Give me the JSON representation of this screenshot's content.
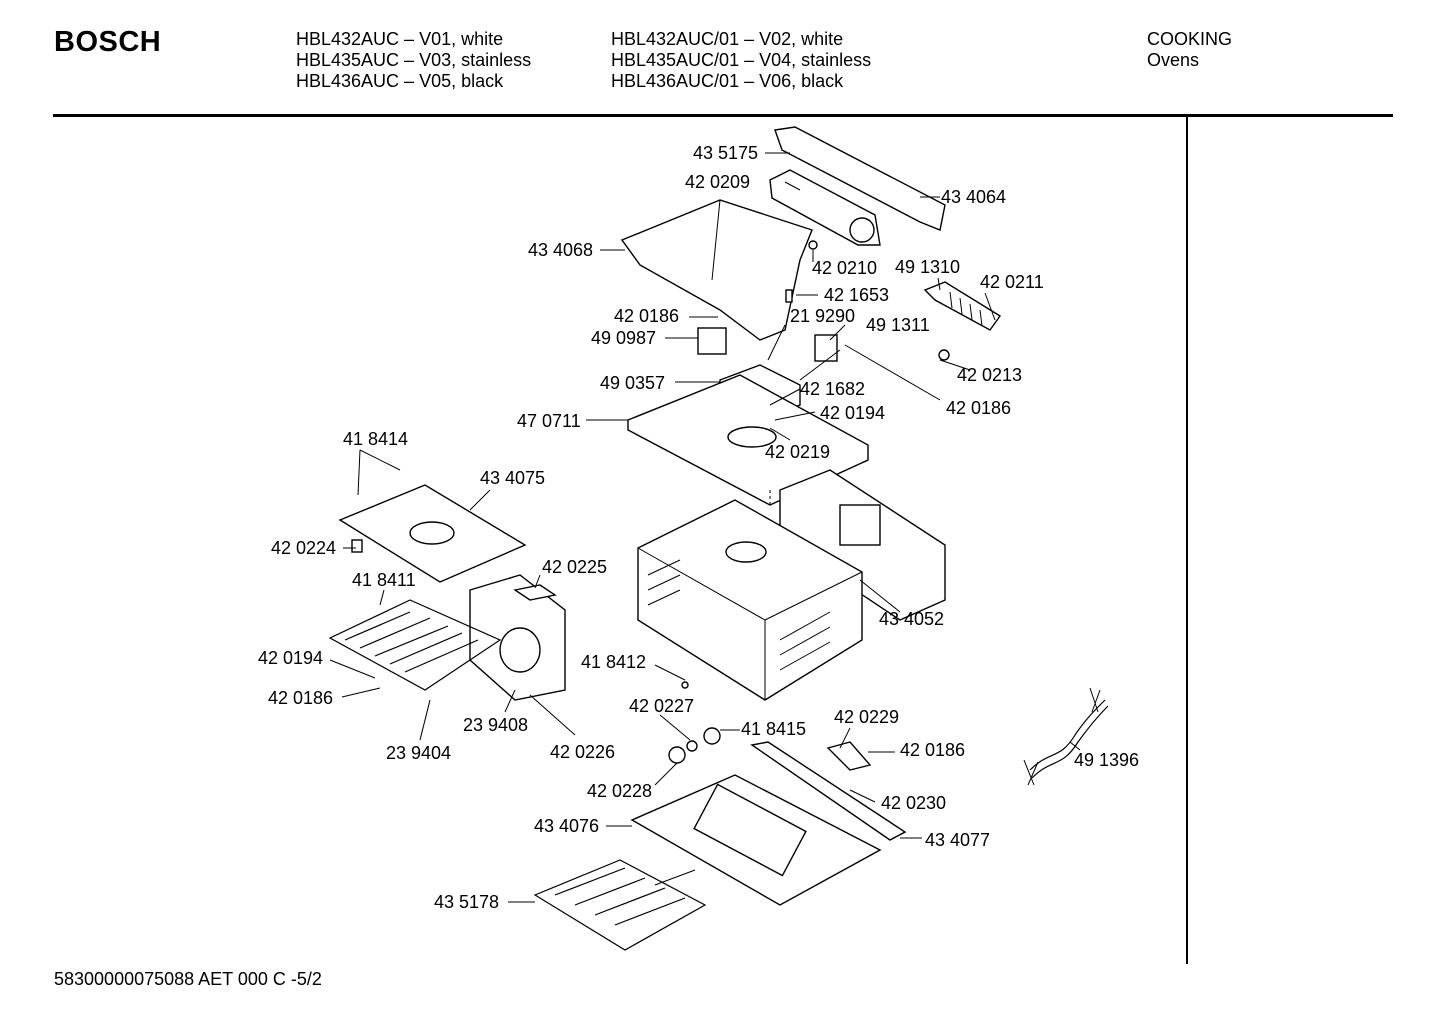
{
  "header": {
    "brand": "BOSCH",
    "models_left": [
      "HBL432AUC – V01, white",
      "HBL435AUC – V03, stainless",
      "HBL436AUC – V05, black"
    ],
    "models_right": [
      "HBL432AUC/01 – V02, white",
      "HBL435AUC/01 – V04, stainless",
      "HBL436AUC/01 – V06, black"
    ],
    "category": [
      "COOKING",
      "Ovens"
    ]
  },
  "parts": [
    "43 5175",
    "42 0209",
    "43 4064",
    "43 4068",
    "42 0210",
    "49 1310",
    "42 0211",
    "42 1653",
    "42 0186",
    "21 9290",
    "49 1311",
    "49 0987",
    "42 0213",
    "49 0357",
    "42 1682",
    "42 0186",
    "47 0711",
    "42 0194",
    "42 0219",
    "41 8414",
    "43 4075",
    "42 0224",
    "42 0225",
    "41 8411",
    "43 4052",
    "42 0194",
    "41 8412",
    "42 0186",
    "42 0227",
    "23 9408",
    "41 8415",
    "42 0229",
    "23 9404",
    "42 0226",
    "42 0186",
    "49 1396",
    "42 0228",
    "42 0230",
    "43 4076",
    "43 4077",
    "43 5178"
  ],
  "footer": "58300000075088 AET 000 C -5/2"
}
